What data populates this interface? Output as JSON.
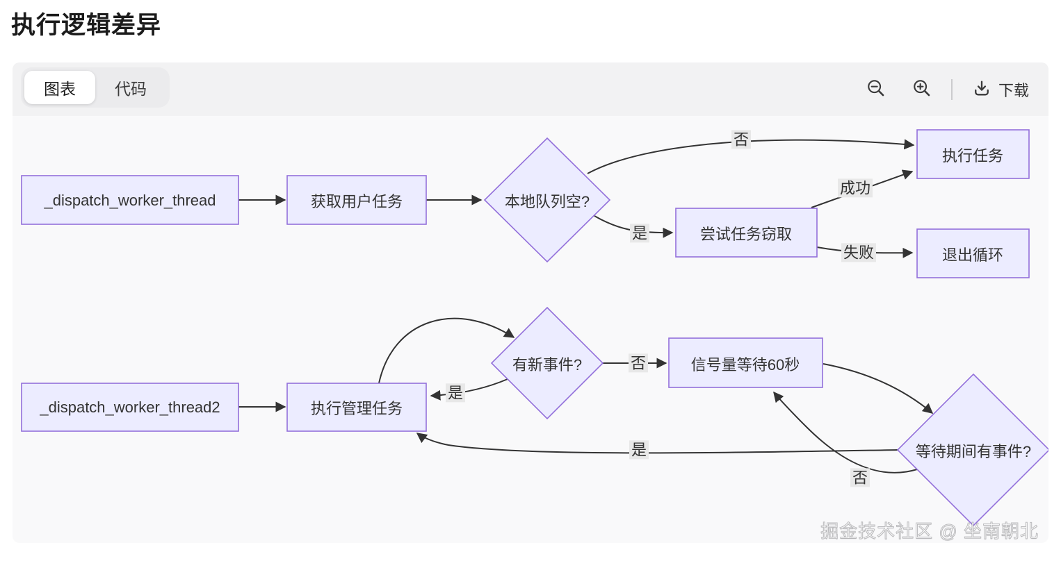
{
  "page": {
    "title": "执行逻辑差异"
  },
  "tabs": {
    "chart": "图表",
    "code": "代码"
  },
  "toolbar": {
    "zoom_out_icon": "magnifier-minus",
    "zoom_in_icon": "magnifier-plus",
    "download_icon": "download-tray-arrow",
    "download_label": "下载"
  },
  "watermark": "掘金技术社区 @ 坐南朝北",
  "colors": {
    "node_fill": "#ECECFF",
    "node_stroke": "#9370DB",
    "edge_stroke": "#333333",
    "edge_label_bg": "#e8e8e8",
    "panel_bg": "#f9f9fa",
    "header_bg": "#f2f2f3"
  },
  "diagram": {
    "flow1": {
      "nodes": [
        {
          "id": "start",
          "shape": "rect",
          "label": "_dispatch_worker_thread"
        },
        {
          "id": "fetch",
          "shape": "rect",
          "label": "获取用户任务"
        },
        {
          "id": "queue_empty",
          "shape": "diamond",
          "label": "本地队列空?"
        },
        {
          "id": "steal",
          "shape": "rect",
          "label": "尝试任务窃取"
        },
        {
          "id": "execute",
          "shape": "rect",
          "label": "执行任务"
        },
        {
          "id": "exit",
          "shape": "rect",
          "label": "退出循环"
        }
      ],
      "edges": [
        {
          "from": "start",
          "to": "fetch",
          "label": ""
        },
        {
          "from": "fetch",
          "to": "queue_empty",
          "label": ""
        },
        {
          "from": "queue_empty",
          "to": "execute",
          "label": "否"
        },
        {
          "from": "queue_empty",
          "to": "steal",
          "label": "是"
        },
        {
          "from": "steal",
          "to": "execute",
          "label": "成功"
        },
        {
          "from": "steal",
          "to": "exit",
          "label": "失败"
        }
      ]
    },
    "flow2": {
      "nodes": [
        {
          "id": "start2",
          "shape": "rect",
          "label": "_dispatch_worker_thread2"
        },
        {
          "id": "manage",
          "shape": "rect",
          "label": "执行管理任务"
        },
        {
          "id": "new_event",
          "shape": "diamond",
          "label": "有新事件?"
        },
        {
          "id": "sem_wait",
          "shape": "rect",
          "label": "信号量等待60秒"
        },
        {
          "id": "wait_event",
          "shape": "diamond",
          "label": "等待期间有事件?"
        }
      ],
      "edges": [
        {
          "from": "start2",
          "to": "manage",
          "label": ""
        },
        {
          "from": "manage",
          "to": "new_event",
          "label": ""
        },
        {
          "from": "new_event",
          "to": "manage",
          "label": "是"
        },
        {
          "from": "new_event",
          "to": "sem_wait",
          "label": "否"
        },
        {
          "from": "sem_wait",
          "to": "wait_event",
          "label": ""
        },
        {
          "from": "wait_event",
          "to": "manage",
          "label": "是"
        },
        {
          "from": "wait_event",
          "to": "sem_wait",
          "label": "否"
        }
      ]
    }
  }
}
